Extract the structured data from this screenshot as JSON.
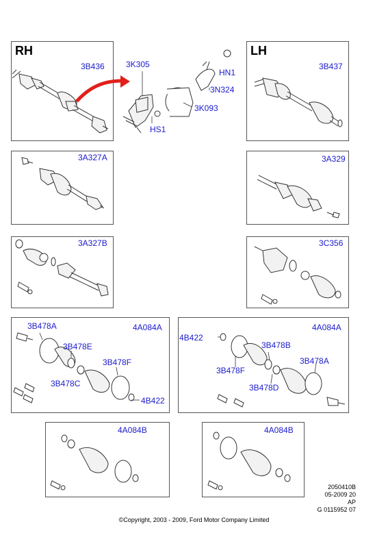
{
  "sides": {
    "rh": "RH",
    "lh": "LH"
  },
  "parts": {
    "rh_shaft": "3B436",
    "lh_shaft": "3B437",
    "bracket": "3K305",
    "nut": "HN1",
    "retainer": "3N324",
    "bearing": "3K093",
    "screw": "HS1",
    "rh_joint": "3A327A",
    "lh_joint": "3A329",
    "rh_inner": "3A327B",
    "lh_inner": "3C356",
    "kit_3b478a": "3B478A",
    "kit_4a084a": "4A084A",
    "kit_3b478e": "3B478E",
    "kit_3b478f": "3B478F",
    "kit_3b478c": "3B478C",
    "kit_4b422": "4B422",
    "kit_3b478b": "3B478B",
    "kit_3b478d": "3B478D",
    "kit_4a084b": "4A084B"
  },
  "reference": {
    "line1": "2050410B",
    "line2": "05-2009 20",
    "line3": "AP",
    "line4": "G 0115952 07"
  },
  "copyright": "©Copyright, 2003 - 2009, Ford Motor Company Limited",
  "colors": {
    "part_number": "#1a1acc",
    "arrow": "#e0201a",
    "border": "#555555"
  }
}
